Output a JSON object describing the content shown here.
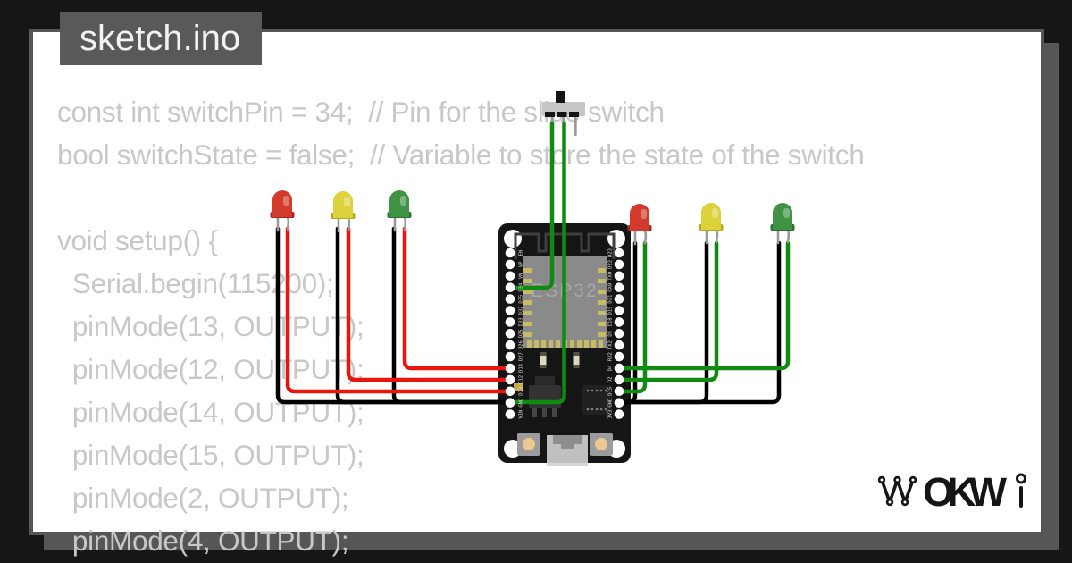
{
  "window": {
    "title": "sketch.ino"
  },
  "code": {
    "lines": [
      "const int switchPin = 34;  // Pin for the slide switch",
      "bool switchState = false;  // Variable to store the state of the switch",
      "",
      "void setup() {",
      "  Serial.begin(115200);",
      "  pinMode(13, OUTPUT);",
      "  pinMode(12, OUTPUT);",
      "  pinMode(14, OUTPUT);",
      "  pinMode(15, OUTPUT);",
      "  pinMode(2, OUTPUT);",
      "  pinMode(4, OUTPUT);"
    ]
  },
  "board": {
    "type": "ESP32 DevKit",
    "chip_label": "ESP32",
    "left_pins": [
      "EN",
      "VP",
      "VN",
      "D34",
      "D35",
      "D32",
      "D33",
      "D25",
      "D26",
      "D27",
      "D14",
      "D12",
      "D13",
      "GND",
      "VIN"
    ],
    "right_pins": [
      "D23",
      "D22",
      "TX0",
      "RX0",
      "D21",
      "D19",
      "D18",
      "D5",
      "TX2",
      "RX2",
      "D4",
      "D2",
      "D15",
      "GND",
      "3V3"
    ]
  },
  "components": {
    "slide_switch": {
      "label": "slide switch"
    },
    "leds_left": [
      {
        "color": "red",
        "body_color": "#d23b2c",
        "flange_color": "#a82718",
        "pin": "D13"
      },
      {
        "color": "yellow",
        "body_color": "#ddd23b",
        "flange_color": "#b3a81f",
        "pin": "D12"
      },
      {
        "color": "green",
        "body_color": "#3f9343",
        "flange_color": "#2c7030",
        "pin": "D14"
      }
    ],
    "leds_right": [
      {
        "color": "red",
        "body_color": "#d23b2c",
        "flange_color": "#a82718",
        "pin": "D15"
      },
      {
        "color": "yellow",
        "body_color": "#ddd23b",
        "flange_color": "#b3a81f",
        "pin": "D2"
      },
      {
        "color": "green",
        "body_color": "#3f9343",
        "flange_color": "#2c7030",
        "pin": "D4"
      }
    ]
  },
  "colors": {
    "wire_red": "#e8160c",
    "wire_green": "#118a11",
    "wire_black": "#000000",
    "frame": "#565656",
    "page_bg": "#161616",
    "canvas_bg": "#ffffff",
    "code_text": "#c8c8c8",
    "chip_bg": "#595959"
  },
  "logo": {
    "text": "WOKWI",
    "letters_mid": "OKW"
  }
}
